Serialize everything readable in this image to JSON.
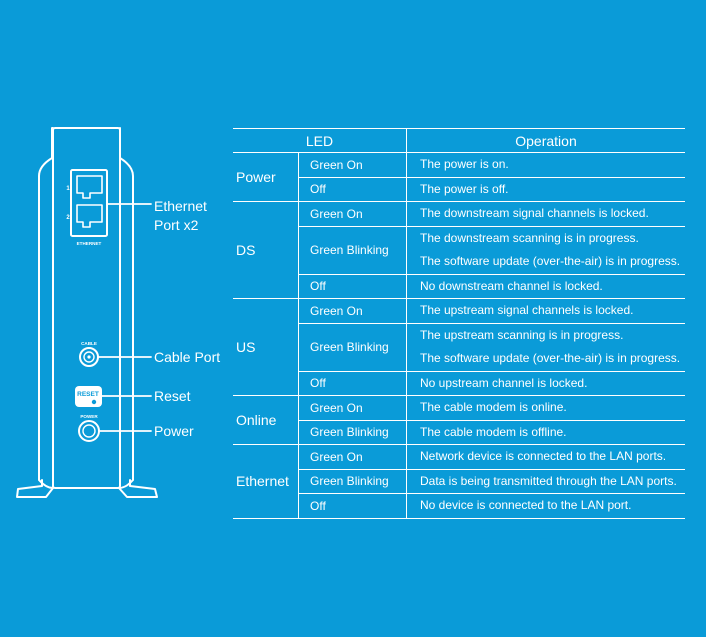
{
  "device": {
    "port_numbers": [
      "1",
      "2"
    ],
    "ethernet_label": "ETHERNET",
    "cable_label": "CABLE",
    "reset_label": "RESET",
    "power_label": "POWER"
  },
  "callouts": {
    "ethernet_port": [
      "Ethernet",
      "Port x2"
    ],
    "cable_port": "Cable Port",
    "reset": "Reset",
    "power": "Power"
  },
  "table": {
    "headers": {
      "led": "LED",
      "operation": "Operation"
    },
    "groups": [
      {
        "name": "Power",
        "rows": [
          {
            "state": "Green On",
            "operation": [
              "The power is on."
            ]
          },
          {
            "state": "Off",
            "operation": [
              "The power is off."
            ]
          }
        ]
      },
      {
        "name": "DS",
        "rows": [
          {
            "state": "Green On",
            "operation": [
              "The downstream signal channels is locked."
            ]
          },
          {
            "state": "Green Blinking",
            "operation": [
              "The downstream scanning is in progress.",
              "The software update (over-the-air) is in progress."
            ]
          },
          {
            "state": "Off",
            "operation": [
              "No downstream channel is locked."
            ]
          }
        ]
      },
      {
        "name": "US",
        "rows": [
          {
            "state": "Green On",
            "operation": [
              "The upstream signal channels is locked."
            ]
          },
          {
            "state": "Green Blinking",
            "operation": [
              "The upstream scanning is in progress.",
              "The software update (over-the-air) is in progress."
            ]
          },
          {
            "state": "Off",
            "operation": [
              "No upstream channel is locked."
            ]
          }
        ]
      },
      {
        "name": "Online",
        "rows": [
          {
            "state": "Green On",
            "operation": [
              "The cable modem is online."
            ]
          },
          {
            "state": "Green Blinking",
            "operation": [
              "The cable modem is offline."
            ]
          }
        ]
      },
      {
        "name": "Ethernet",
        "rows": [
          {
            "state": "Green On",
            "operation": [
              "Network device is connected to the LAN ports."
            ]
          },
          {
            "state": "Green Blinking",
            "operation": [
              "Data is being transmitted through the LAN ports."
            ]
          },
          {
            "state": "Off",
            "operation": [
              "No device is connected to the LAN port."
            ]
          }
        ]
      }
    ]
  }
}
